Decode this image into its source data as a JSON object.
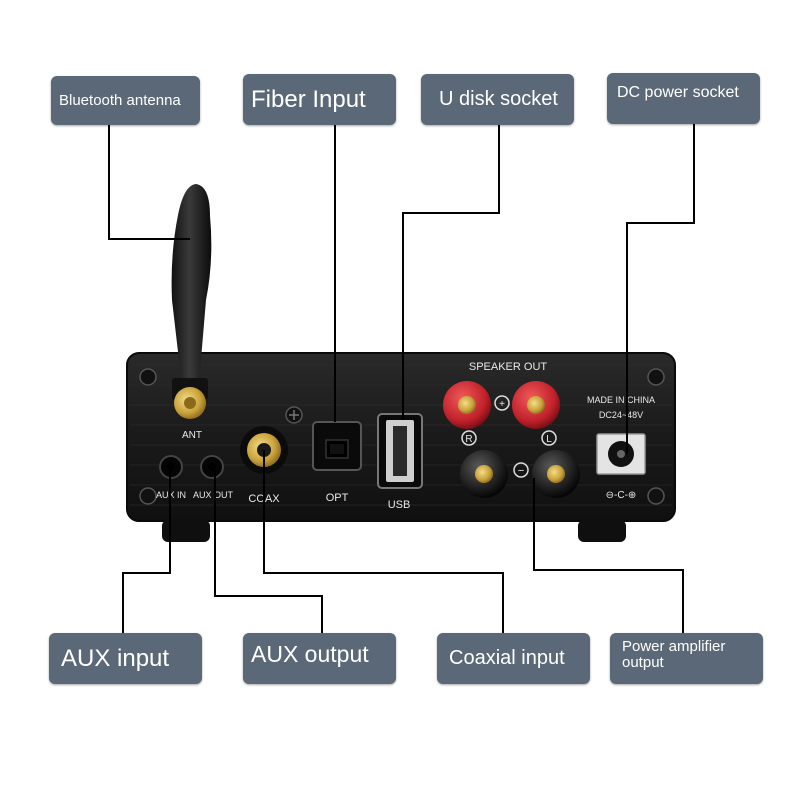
{
  "callouts": {
    "bluetooth_antenna": "Bluetooth antenna",
    "fiber_input": "Fiber Input",
    "u_disk_socket": "U disk socket",
    "dc_power_socket": "DC power socket",
    "aux_input": "AUX input",
    "aux_output": "AUX output",
    "coaxial_input": "Coaxial input",
    "power_amplifier_output": "Power amplifier output"
  },
  "panel": {
    "ant": "ANT",
    "speaker_out": "SPEAKER OUT",
    "plus": "+",
    "minus": "−",
    "right": "R",
    "left": "L",
    "made_in": "MADE IN CHINA",
    "voltage": "DC24~48V",
    "aux_in": "AUX IN",
    "aux_out": "AUX OUT",
    "coax": "COAX",
    "opt": "OPT",
    "usb": "USB",
    "polarity": "⊖-C-⊕"
  },
  "colors": {
    "callout_bg": "#5b6877",
    "callout_text": "#ffffff",
    "panel": "#1c1c1c",
    "binding_post_red": "#c0202a",
    "gold": "#c9a23a"
  }
}
